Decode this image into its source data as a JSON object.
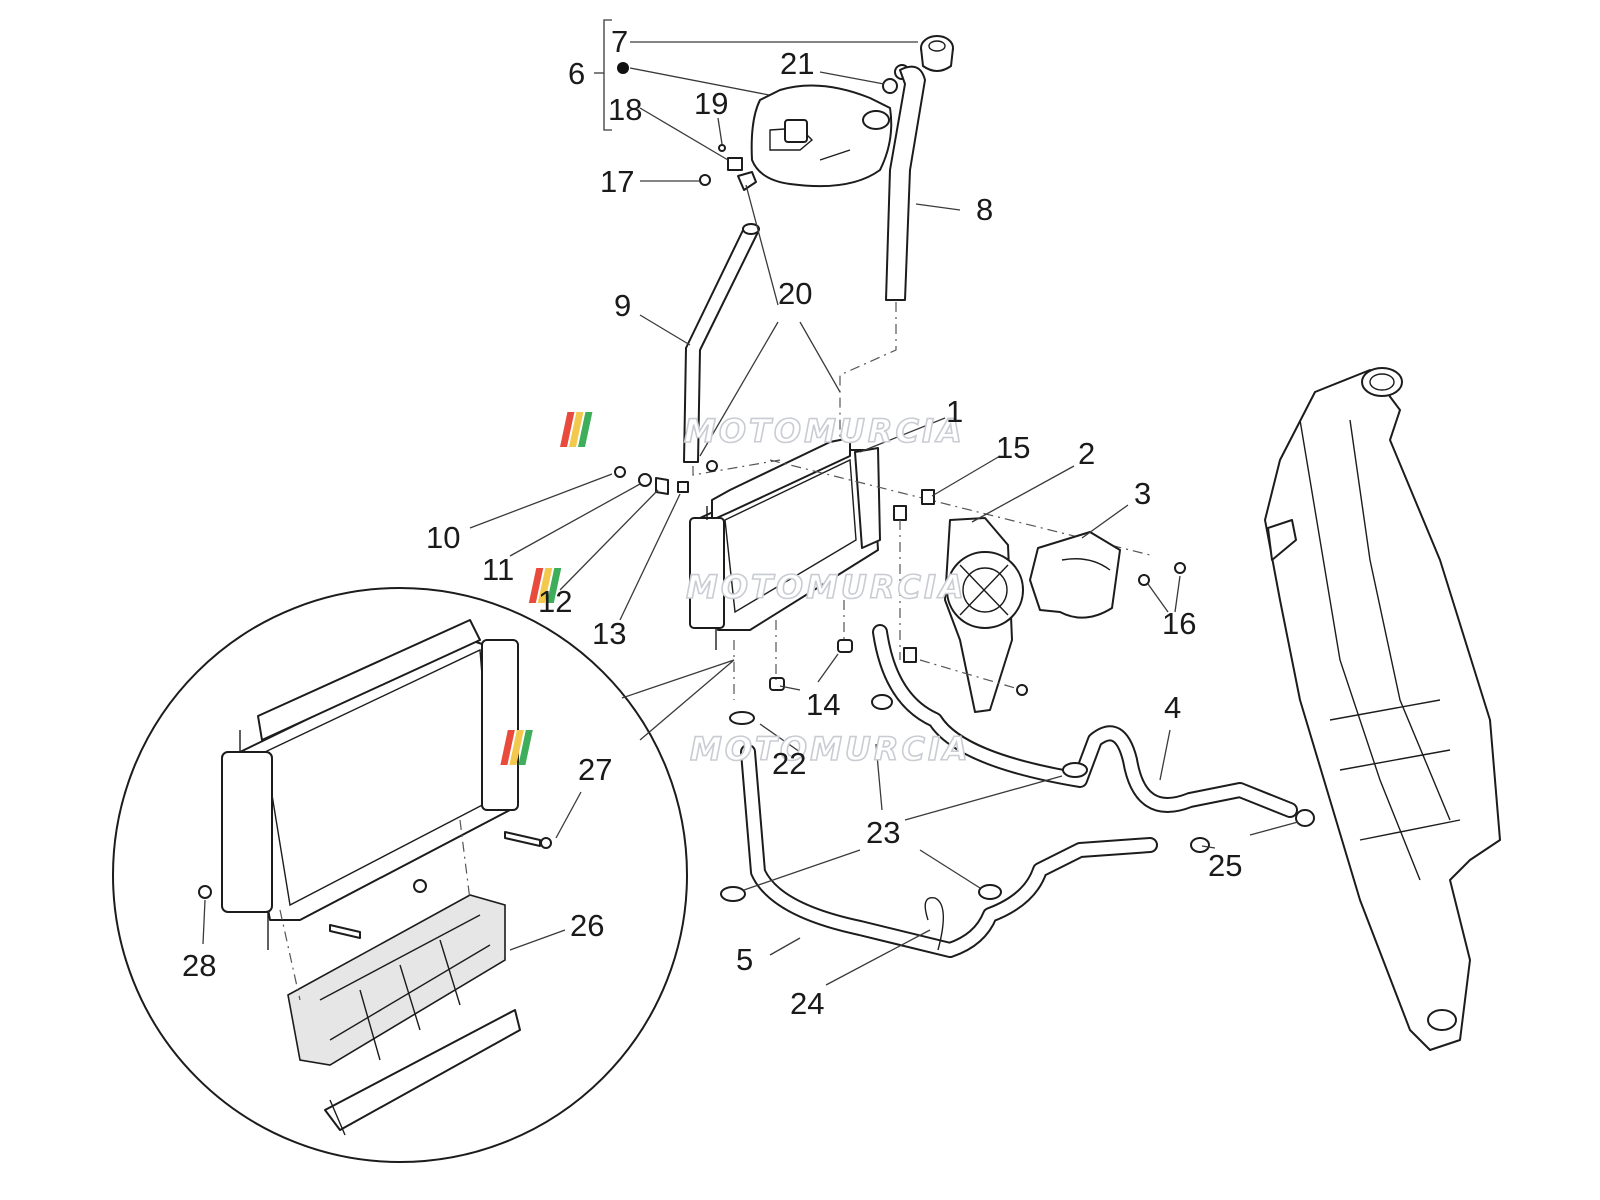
{
  "watermark": {
    "text": "MOTOMURCIA",
    "stripe_colors": [
      "#e84b3c",
      "#f2c94c",
      "#3fae5a"
    ]
  },
  "callouts": [
    {
      "id": "1",
      "label": "1"
    },
    {
      "id": "2",
      "label": "2"
    },
    {
      "id": "3",
      "label": "3"
    },
    {
      "id": "4",
      "label": "4"
    },
    {
      "id": "5",
      "label": "5"
    },
    {
      "id": "6",
      "label": "6"
    },
    {
      "id": "7",
      "label": "7"
    },
    {
      "id": "8",
      "label": "8"
    },
    {
      "id": "9",
      "label": "9"
    },
    {
      "id": "10",
      "label": "10"
    },
    {
      "id": "11",
      "label": "11"
    },
    {
      "id": "12",
      "label": "12"
    },
    {
      "id": "13",
      "label": "13"
    },
    {
      "id": "14",
      "label": "14"
    },
    {
      "id": "15",
      "label": "15"
    },
    {
      "id": "16",
      "label": "16"
    },
    {
      "id": "17",
      "label": "17"
    },
    {
      "id": "18",
      "label": "18"
    },
    {
      "id": "19",
      "label": "19"
    },
    {
      "id": "20",
      "label": "20"
    },
    {
      "id": "21",
      "label": "21"
    },
    {
      "id": "22",
      "label": "22"
    },
    {
      "id": "23",
      "label": "23"
    },
    {
      "id": "24",
      "label": "24"
    },
    {
      "id": "25",
      "label": "25"
    },
    {
      "id": "26",
      "label": "26"
    },
    {
      "id": "27",
      "label": "27"
    },
    {
      "id": "28",
      "label": "28"
    }
  ]
}
